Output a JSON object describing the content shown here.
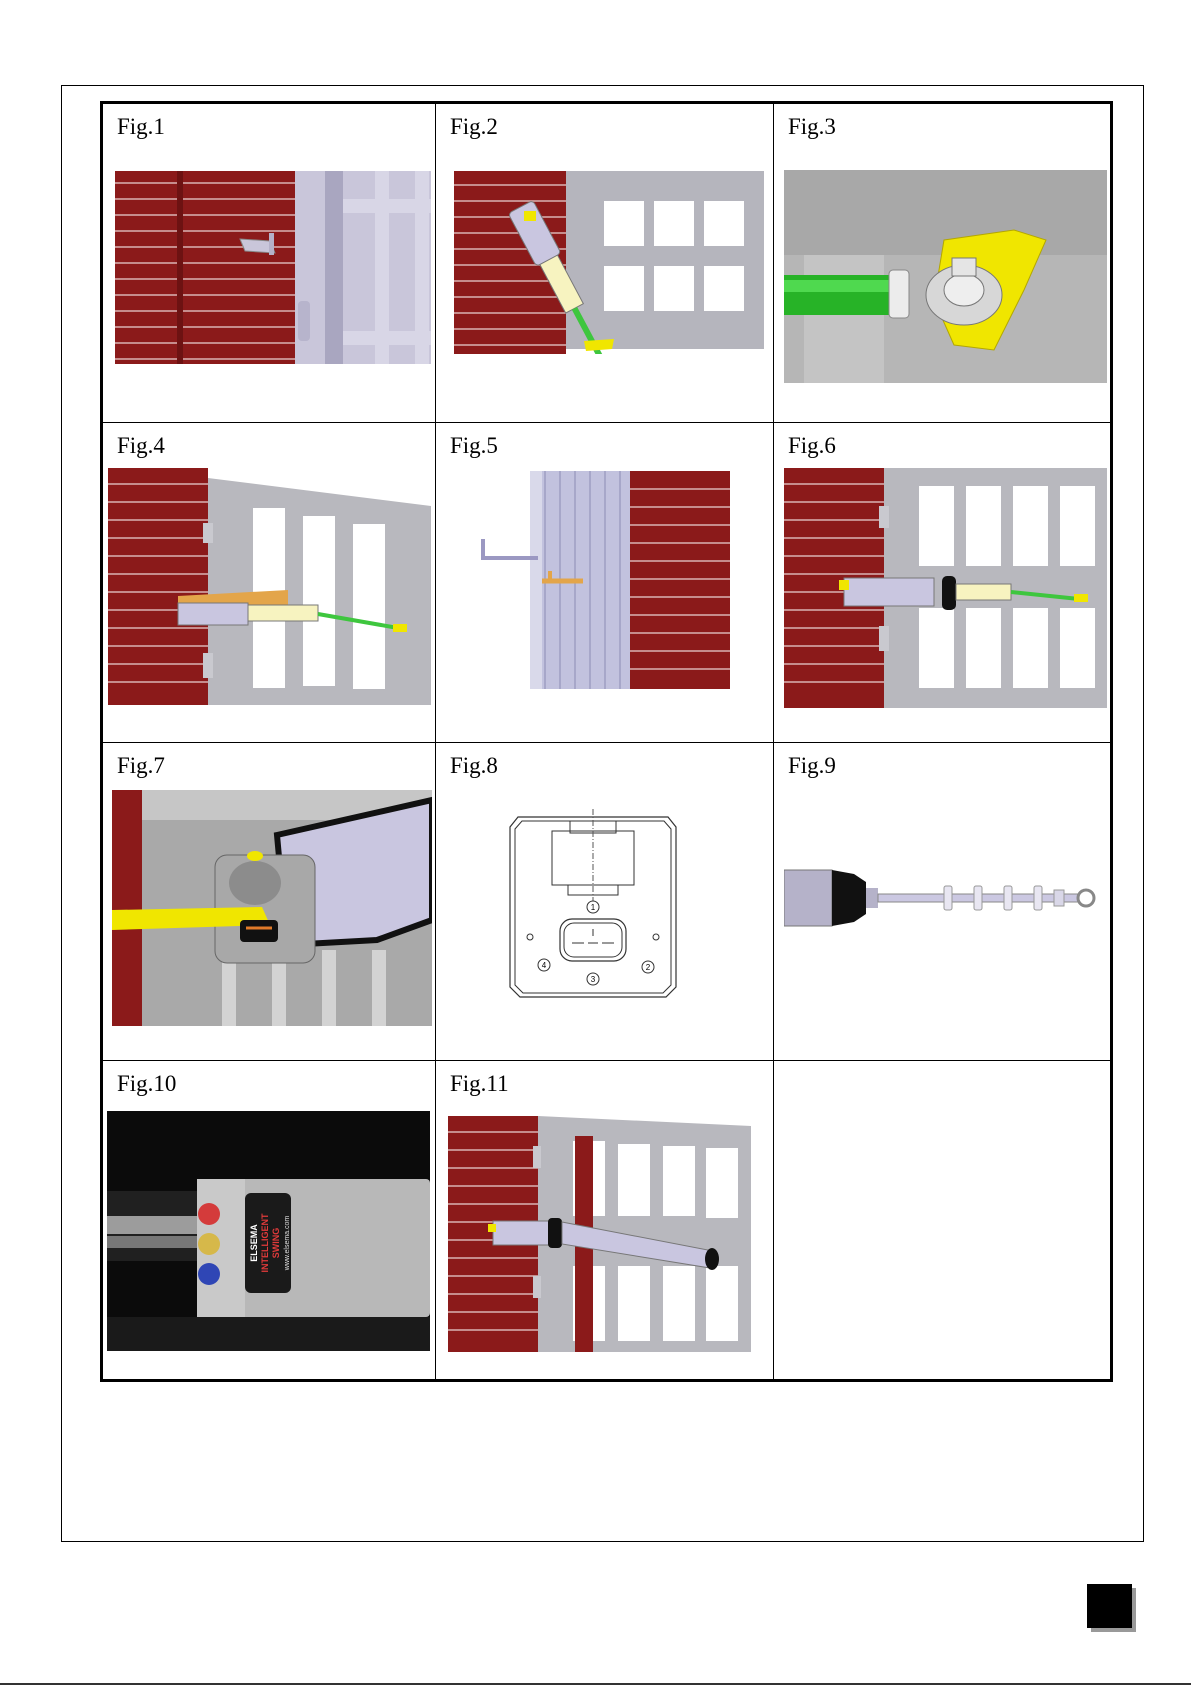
{
  "figures": [
    {
      "label": "Fig.1"
    },
    {
      "label": "Fig.2"
    },
    {
      "label": "Fig.3"
    },
    {
      "label": "Fig.4"
    },
    {
      "label": "Fig.5"
    },
    {
      "label": "Fig.6"
    },
    {
      "label": "Fig.7"
    },
    {
      "label": "Fig.8",
      "connector_pins": [
        "1",
        "2",
        "3",
        "4"
      ]
    },
    {
      "label": "Fig.9"
    },
    {
      "label": "Fig.10",
      "product_label": {
        "brand": "ELSEMA",
        "line1": "INTELLIGENT",
        "line2": "SWING",
        "url": "www.elsema.com"
      }
    },
    {
      "label": "Fig.11"
    },
    {
      "label": ""
    }
  ],
  "colors": {
    "brick": "#8b1a1a",
    "gate": "#c8c8cc",
    "actuator": "#c9c6e0",
    "rod": "#3ec63e",
    "bracket": "#f0e600"
  }
}
